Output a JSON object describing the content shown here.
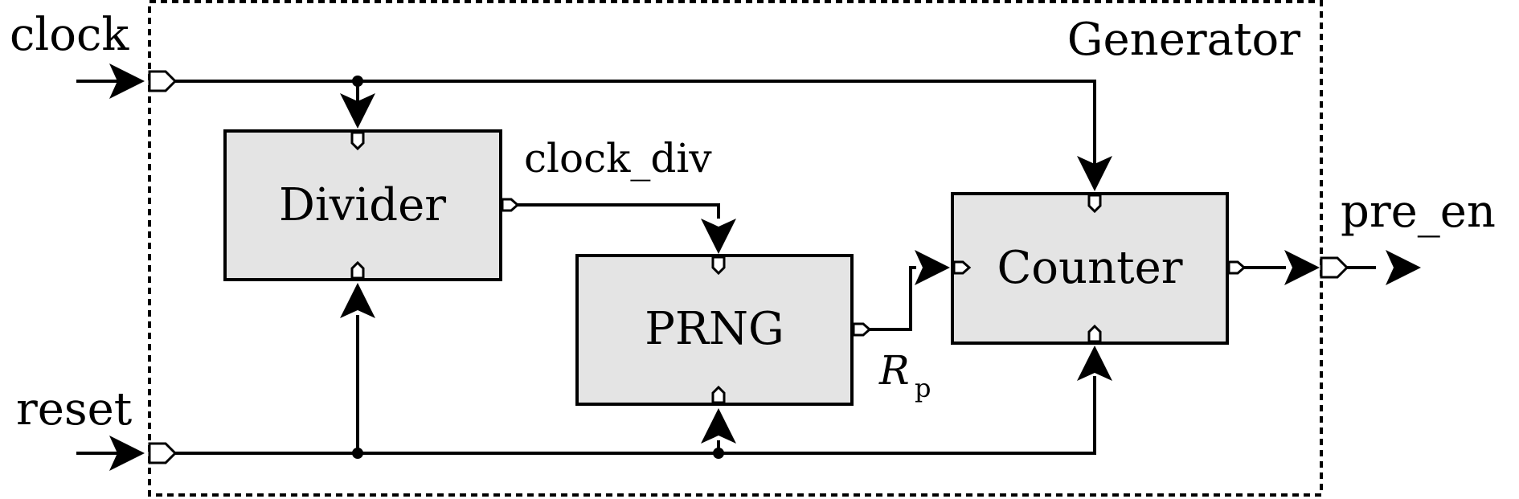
{
  "generator": {
    "title": "Generator"
  },
  "inputs": {
    "clock": "clock",
    "reset": "reset"
  },
  "outputs": {
    "pre_en": "pre_en"
  },
  "blocks": {
    "divider": "Divider",
    "prng": "PRNG",
    "counter": "Counter"
  },
  "signals": {
    "clock_div": "clock_div",
    "rp_main": "R",
    "rp_sub": "p"
  },
  "colors": {
    "block_fill": "#e4e4e4",
    "line": "#000000",
    "background": "#ffffff"
  }
}
